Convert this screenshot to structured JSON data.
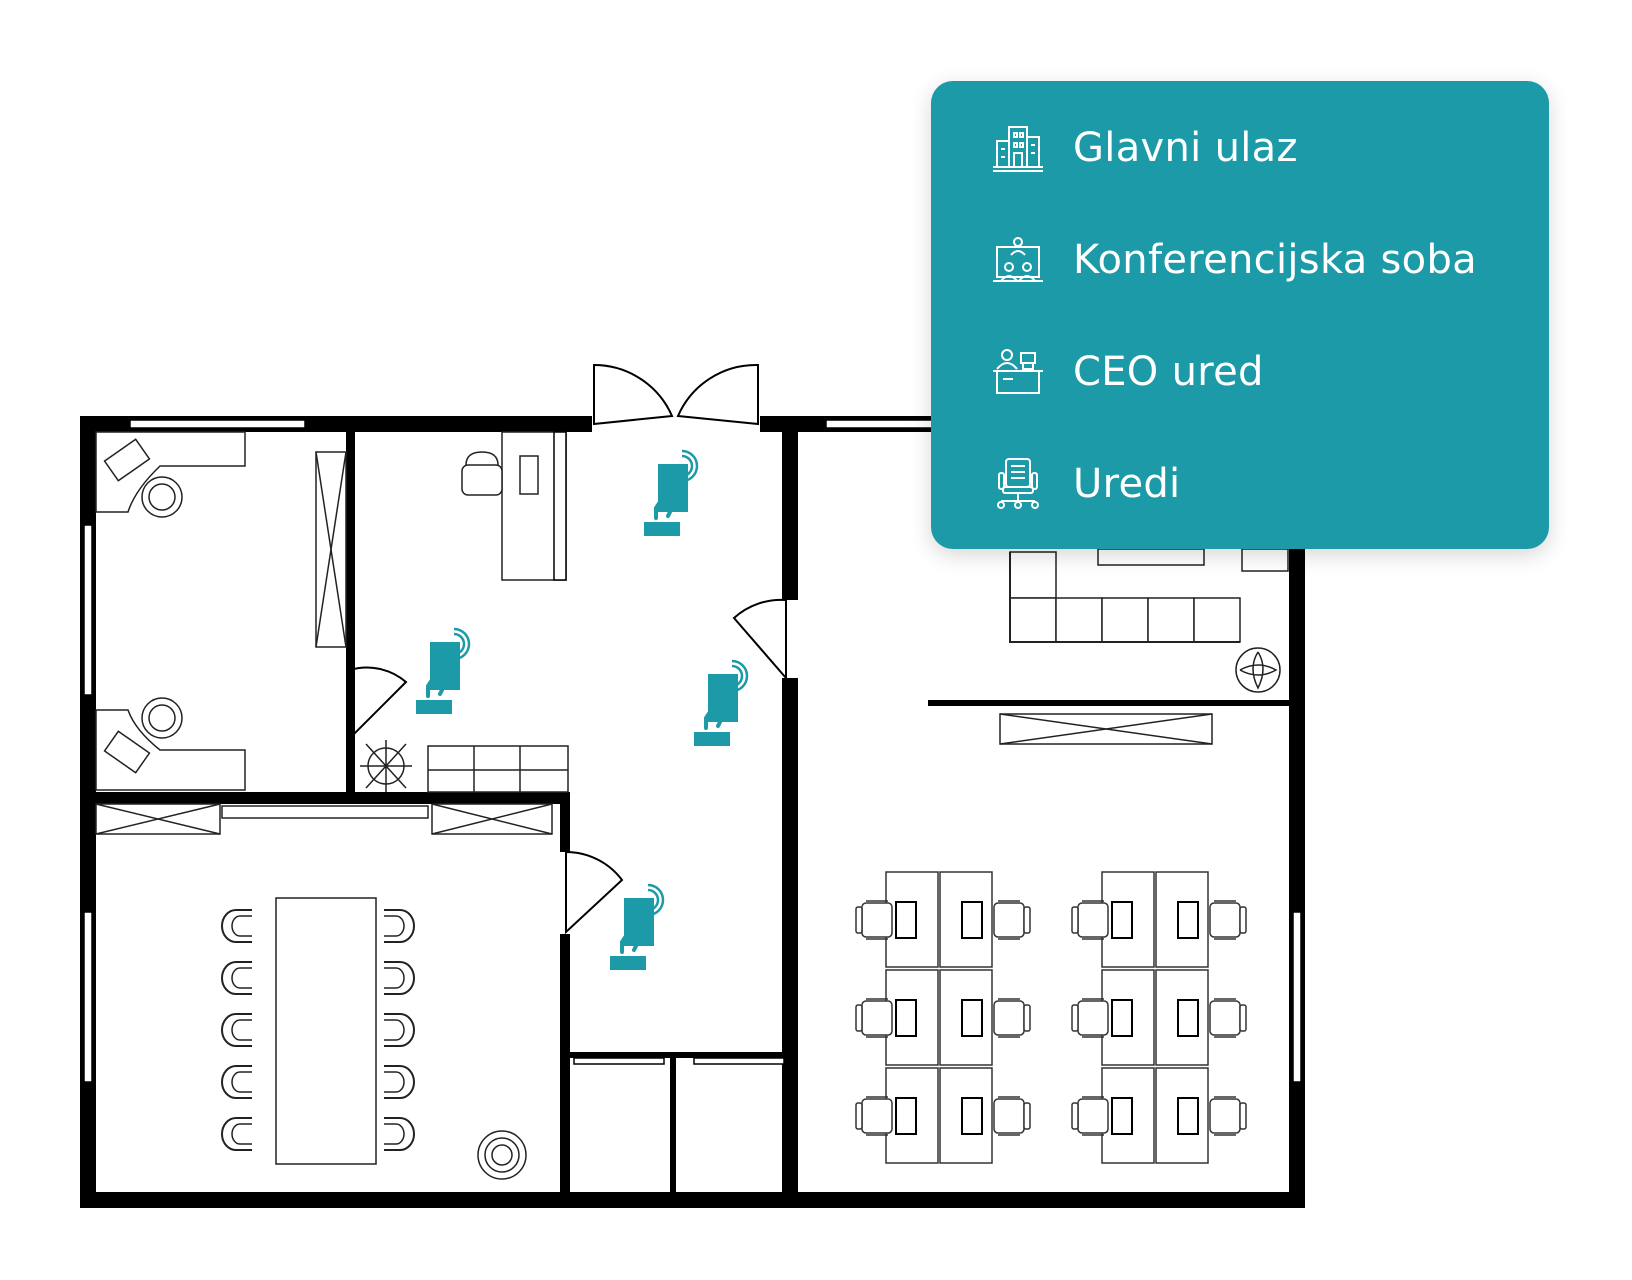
{
  "legend": {
    "background": "#1c9aa8",
    "items": [
      {
        "label": "Glavni ulaz",
        "icon": "building-icon"
      },
      {
        "label": "Konferencijska soba",
        "icon": "conference-room-icon"
      },
      {
        "label": "CEO ured",
        "icon": "ceo-desk-icon"
      },
      {
        "label": "Uredi",
        "icon": "office-chair-icon"
      }
    ]
  },
  "accent_color": "#1c9aa8",
  "wall_color": "#000000"
}
